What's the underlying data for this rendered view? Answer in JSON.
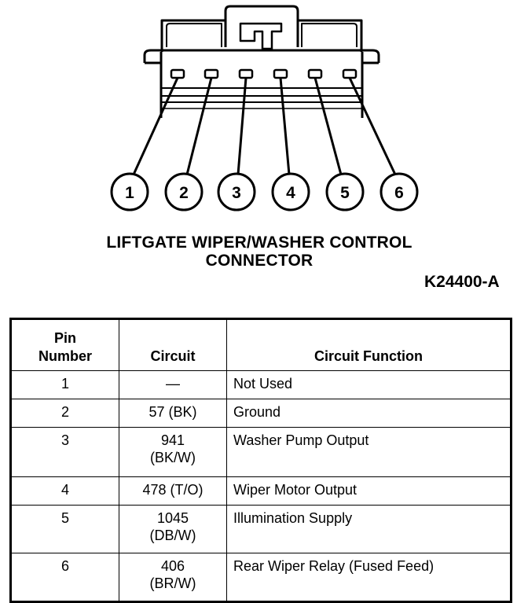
{
  "diagram": {
    "title_line1": "LIFTGATE WIPER/WASHER CONTROL",
    "title_line2": "CONNECTOR",
    "figure_code": "K24400-A",
    "pin_callouts": [
      "1",
      "2",
      "3",
      "4",
      "5",
      "6"
    ]
  },
  "table": {
    "headers": {
      "pin_line1": "Pin",
      "pin_line2": "Number",
      "circuit": "Circuit",
      "function": "Circuit Function"
    },
    "rows": [
      {
        "pin": "1",
        "circuit_line1": "—",
        "circuit_line2": "",
        "function": "Not Used"
      },
      {
        "pin": "2",
        "circuit_line1": "57 (BK)",
        "circuit_line2": "",
        "function": "Ground"
      },
      {
        "pin": "3",
        "circuit_line1": "941",
        "circuit_line2": "(BK/W)",
        "function": "Washer Pump Output"
      },
      {
        "pin": "4",
        "circuit_line1": "478 (T/O)",
        "circuit_line2": "",
        "function": "Wiper Motor Output"
      },
      {
        "pin": "5",
        "circuit_line1": "1045",
        "circuit_line2": "(DB/W)",
        "function": "Illumination Supply"
      },
      {
        "pin": "6",
        "circuit_line1": "406",
        "circuit_line2": "(BR/W)",
        "function": "Rear Wiper Relay (Fused Feed)"
      }
    ]
  }
}
